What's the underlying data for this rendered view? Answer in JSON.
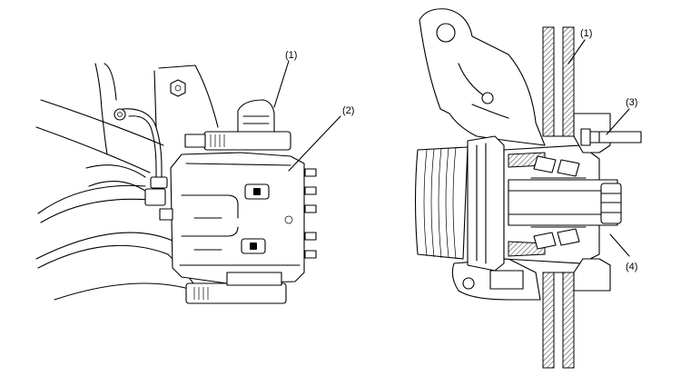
{
  "left_view": {
    "callouts": [
      {
        "id": "caliper-callout-1",
        "text": "(1)"
      },
      {
        "id": "caliper-callout-2",
        "text": "(2)"
      }
    ]
  },
  "right_view": {
    "callouts": [
      {
        "id": "section-callout-1",
        "text": "(1)"
      },
      {
        "id": "section-callout-3",
        "text": "(3)"
      },
      {
        "id": "section-callout-4",
        "text": "(4)"
      }
    ]
  },
  "colors": {
    "line": "#000000",
    "background": "#ffffff"
  }
}
